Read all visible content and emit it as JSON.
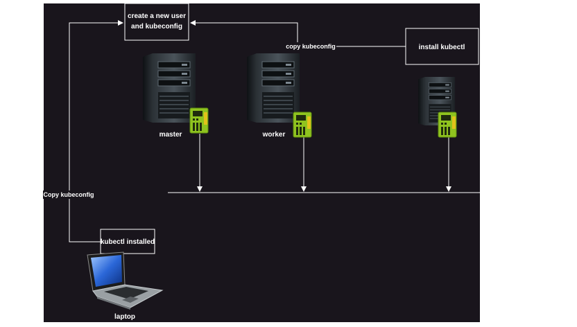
{
  "boxes": {
    "create_user_line1": "create a new user",
    "create_user_line2": "and kubeconfig",
    "install_kubectl": "install kubectl",
    "kubectl_installed": "kubectl installed"
  },
  "nodes": {
    "master": "master",
    "worker": "worker",
    "laptop": "laptop"
  },
  "edges": {
    "copy_kubeconfig_top": "copy kubeconfig",
    "copy_kubeconfig_left": "Copy kubeconfig"
  },
  "colors": {
    "canvas_bg": "#19151c",
    "line": "#ffffff",
    "nic_green": "#8fc31f",
    "server_dark": "#1e2328"
  },
  "icons": [
    "server-icon",
    "network-card-icon",
    "laptop-icon",
    "arrow-icon"
  ]
}
